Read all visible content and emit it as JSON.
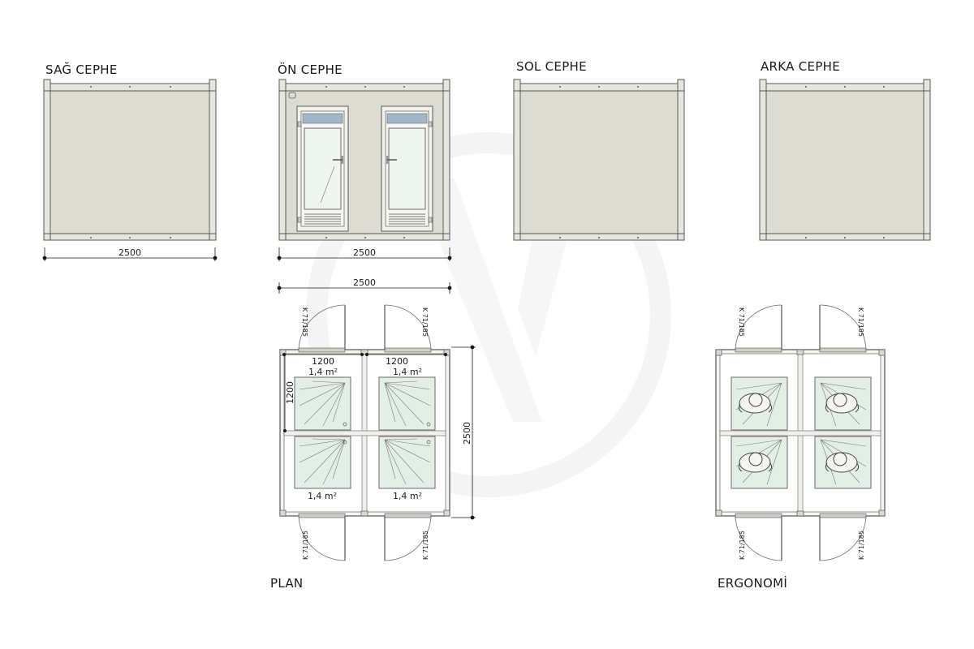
{
  "titles": {
    "right": "SAĞ CEPHE",
    "front": "ÖN CEPHE",
    "left": "SOL CEPHE",
    "back": "ARKA CEPHE",
    "plan": "PLAN",
    "ergonomics": "ERGONOMİ"
  },
  "dimensions": {
    "right_width": "2500",
    "front_width": "2500",
    "plan_width": "2500",
    "plan_height": "2500",
    "cell_width_left": "1200",
    "cell_width_right": "1200",
    "cell_height": "1200"
  },
  "areas": [
    "1,4 m²",
    "1,4 m²",
    "1,4 m²",
    "1,4 m²"
  ],
  "door_label": "K 71/185",
  "colors": {
    "panel": "#dcdcd2",
    "shower_glass": "#e2efe4",
    "transom": "#9fb7c9"
  }
}
